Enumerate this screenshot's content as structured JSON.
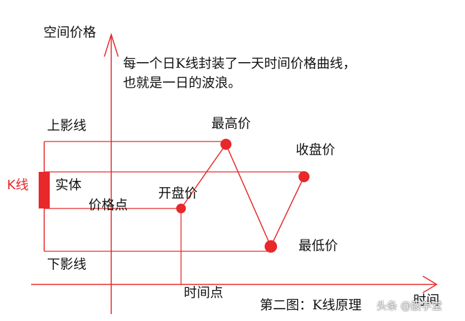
{
  "axes": {
    "y_label": "空间价格",
    "x_label": "时间"
  },
  "caption_lines": [
    "每一个日K线封装了一天时间价格曲线，",
    "也就是一日的波浪。"
  ],
  "labels": {
    "upper_shadow": "上影线",
    "lower_shadow": "下影线",
    "k_line": "K线",
    "body": "实体",
    "price_point": "价格点",
    "time_point": "时间点",
    "open": "开盘价",
    "high": "最高价",
    "close": "收盘价",
    "low": "最低价"
  },
  "figure_caption": "第二图：K线原理",
  "watermark": "头条 @股学堂",
  "colors": {
    "line": "#e8282a",
    "axis": "#e8282a",
    "text": "#111111"
  }
}
